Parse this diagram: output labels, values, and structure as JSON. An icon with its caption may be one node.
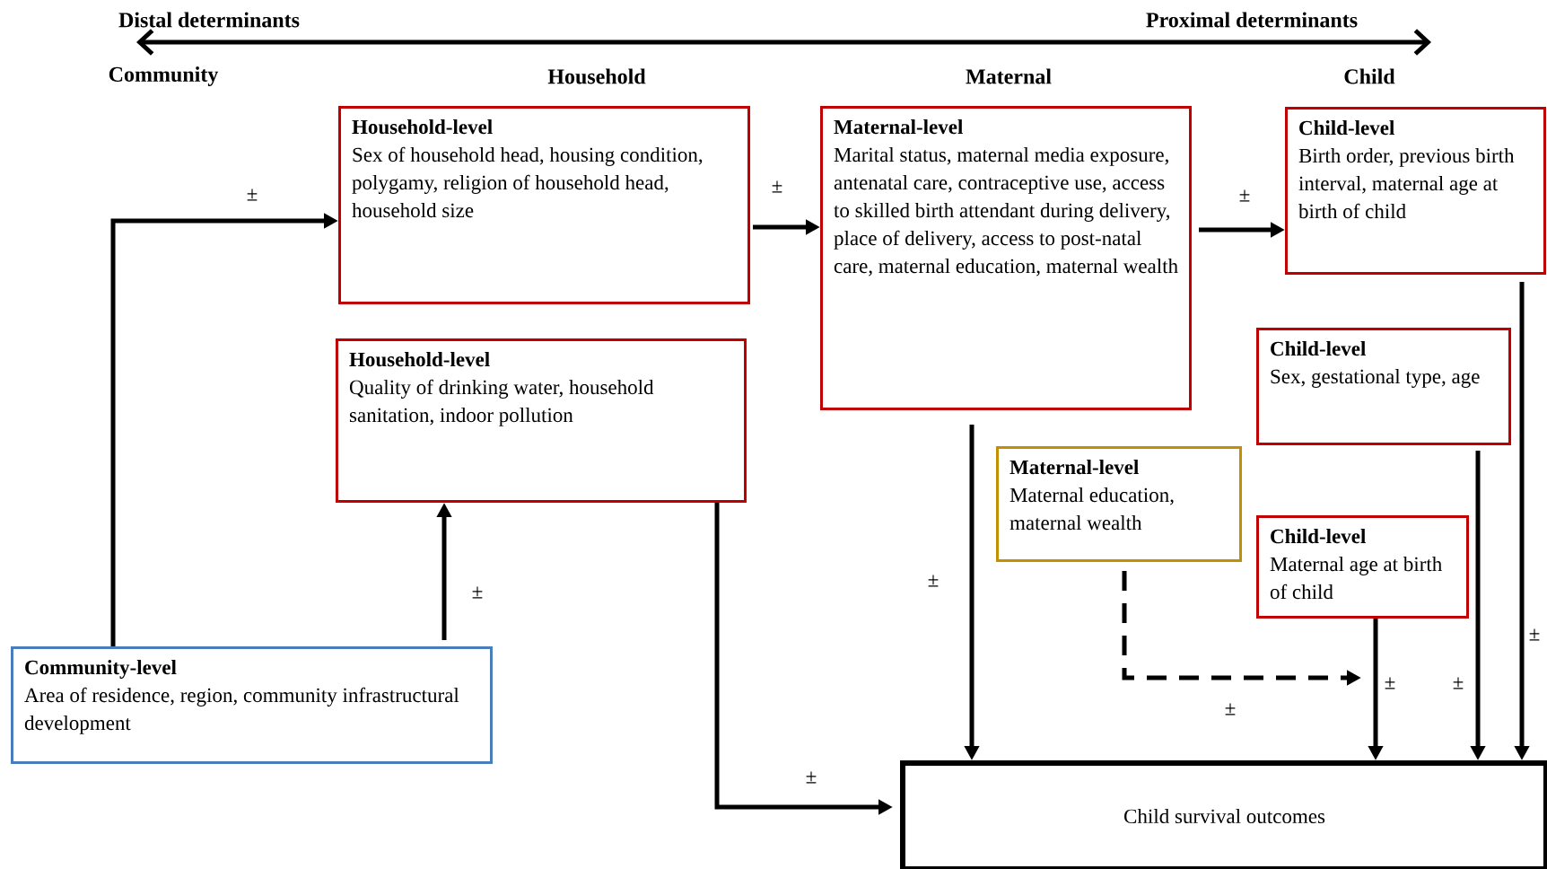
{
  "diagram": {
    "nodes": [
      {
        "text": [
          "Household-level",
          "Sex of household head, housing condition, polygamy, religion of household head, household size"
        ]
      },
      {
        "text": [
          "Household-level",
          "Quality of drinking water, household sanitation, indoor pollution"
        ]
      },
      {
        "text": [
          "Maternal-level",
          "Marital status, maternal media exposure, antenatal care, contraceptive use, access to skilled birth attendant during delivery, place of delivery, access to post-natal care, maternal education, maternal wealth"
        ]
      },
      {
        "text": [
          "Child-level",
          "Birth order, previous birth interval, maternal age at birth of child"
        ]
      },
      {
        "text": [
          "Child-level",
          "Sex, gestational type, age"
        ]
      },
      {
        "text": [
          "Maternal-level",
          "Maternal education, maternal wealth"
        ]
      },
      {
        "text": [
          "Child-level",
          "Maternal age at birth of child"
        ]
      },
      {
        "text": [
          "Community-level",
          "Area of residence, region, community infrastructural development"
        ]
      },
      {
        "text": [
          "Child survival outcomes"
        ]
      }
    ],
    "edges": [
      {
        "from": 7,
        "to": 0,
        "arrow": "to",
        "label": "±"
      },
      {
        "from": 7,
        "to": 1,
        "arrow": "to",
        "label": "±"
      },
      {
        "from": 0,
        "to": 2,
        "arrow": "to",
        "label": "±"
      },
      {
        "from": 2,
        "to": 3,
        "arrow": "to",
        "label": "±"
      },
      {
        "from": 1,
        "to": 8,
        "arrow": "to",
        "label": "±"
      },
      {
        "from": 2,
        "to": 8,
        "arrow": "to",
        "label": "±"
      },
      {
        "from": 5,
        "to": null,
        "arrow": "to",
        "label": "±",
        "style": "dashed"
      },
      {
        "from": 6,
        "to": 8,
        "arrow": "to",
        "label": "±"
      },
      {
        "from": 4,
        "to": 8,
        "arrow": "to",
        "label": "±"
      },
      {
        "from": 3,
        "to": 8,
        "arrow": "to",
        "label": "±"
      }
    ],
    "labels": [
      "Distal determinants",
      "Proximal determinants",
      "Community",
      "Household",
      "Maternal",
      "Child"
    ]
  }
}
